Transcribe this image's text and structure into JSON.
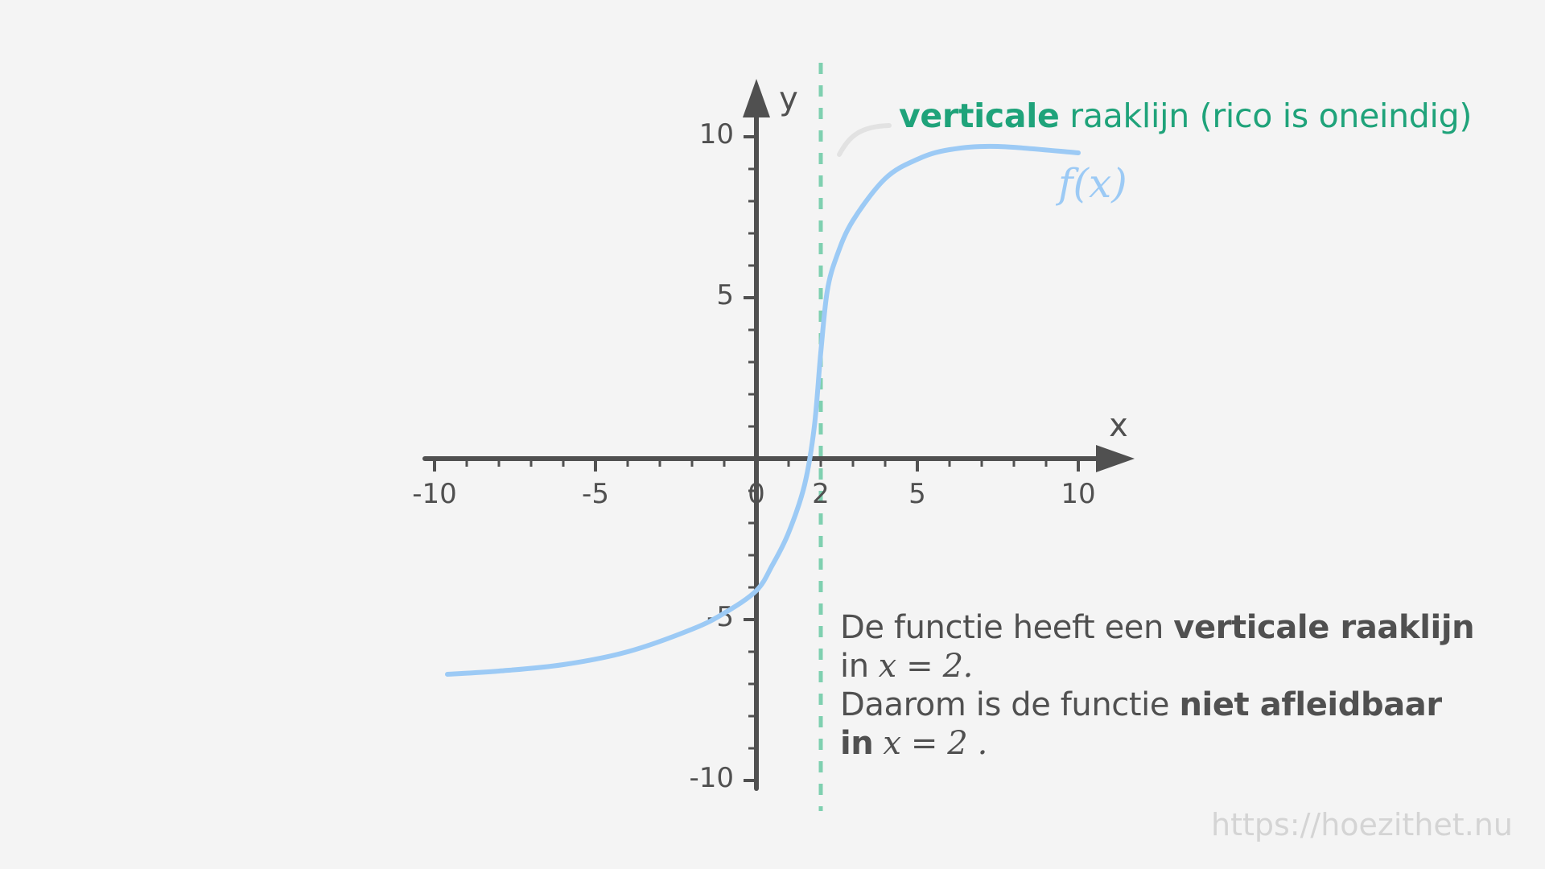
{
  "graph": {
    "x_axis_label": "x",
    "y_axis_label": "y",
    "x_ticks": [
      "-10",
      "-5",
      "0",
      "2",
      "5",
      "10"
    ],
    "y_ticks": [
      "10",
      "5",
      "-5",
      "-10"
    ],
    "function_label": "f(x)",
    "curve_color": "#9ccaf5",
    "asymptote_color": "#7fd0b0",
    "axis_color": "#505050"
  },
  "annotation": {
    "bold": "verticale",
    "rest": "raaklijn (rico is oneindig)",
    "color": "#1fa37a"
  },
  "explanation": {
    "line1_normal": "De functie heeft een ",
    "line1_bold": "verticale raaklijn",
    "line2_normal": "in",
    "line2_math": "x = 2.",
    "line3_normal": "Daarom is de functie ",
    "line3_bold": "niet afleidbaar",
    "line4_bold": "in",
    "line4_math": "x = 2 ."
  },
  "watermark": "https://hoezithet.nu",
  "chart_data": {
    "type": "line",
    "xlim": [
      -10,
      10
    ],
    "ylim": [
      -10,
      10
    ],
    "x_ticks": [
      -10,
      -5,
      0,
      2,
      5,
      10
    ],
    "y_ticks": [
      -10,
      -5,
      5,
      10
    ],
    "series": [
      {
        "name": "f(x)",
        "x": [
          -9.6,
          -8,
          -6,
          -4,
          -2,
          -1,
          0,
          0.5,
          1,
          1.5,
          1.8,
          2,
          2.2,
          2.5,
          3,
          4,
          5,
          6,
          7.5,
          10
        ],
        "y": [
          -6.7,
          -6.6,
          -6.4,
          -6.0,
          -5.3,
          -4.8,
          -4.1,
          -3.3,
          -2.3,
          -0.8,
          1.0,
          3.3,
          5.2,
          6.3,
          7.4,
          8.7,
          9.3,
          9.6,
          9.7,
          9.5
        ]
      }
    ],
    "vertical_line": {
      "x": 2,
      "style": "dashed"
    }
  }
}
